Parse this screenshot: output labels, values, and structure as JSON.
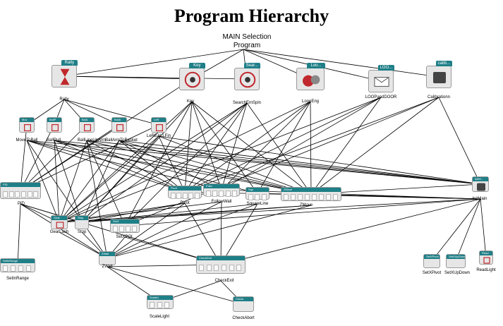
{
  "title": "Program Hierarchy",
  "root": {
    "line1": "MAIN Selection",
    "line2": "Program"
  },
  "nodes": {
    "rally": {
      "label": "Rally",
      "tab": "Rally"
    },
    "key": {
      "label": "Key",
      "tab": "Key"
    },
    "searchemspin": {
      "label": "SearchEmSpin",
      "tab": "Sear..."
    },
    "loopeng": {
      "label": "LoopEng",
      "tab": "Loo..."
    },
    "loopanddoor": {
      "label": "LOOPandDOOR",
      "tab": "LOO..."
    },
    "calibrationn": {
      "label": "Calibrationn",
      "tab": "calib..."
    },
    "movetoball": {
      "label": "MoveToBall",
      "tab": "Mov"
    },
    "ballpull": {
      "label": "BallPull",
      "tab": "BallP"
    },
    "balllineuparm": {
      "label": "BallLineUpArm",
      "tab": "BallL"
    },
    "ballarmtobasket": {
      "label": "BallArmToBasket",
      "tab": "BallA"
    },
    "lereallfin": {
      "label": "LeREALLFin",
      "tab": "LeR"
    },
    "pid": {
      "label": "PID",
      "tab": "PID"
    },
    "pivot": {
      "label": "Pivot",
      "tab": "Pivot"
    },
    "followwall": {
      "label": "FollowWall",
      "tab": "Follo"
    },
    "squareline": {
      "label": "SquareLine",
      "tab": "Squ"
    },
    "zmove": {
      "label": "ZMove",
      "tab": "ZMove"
    },
    "initmain": {
      "label": "InitMain",
      "tab": "InitM..."
    },
    "gearlash": {
      "label": "GearLash",
      "tab": "Gear"
    },
    "stop": {
      "label": "Stop",
      "tab": "Stop"
    },
    "setxpoi": {
      "label": "SetXPOI",
      "tab": "SetX"
    },
    "zwall": {
      "label": "ZWall",
      "tab": "ZWall"
    },
    "setinrange": {
      "label": "SetInRange",
      "tab": "SetInRange"
    },
    "checkexit": {
      "label": "CheckExit",
      "tab": "CheckExit"
    },
    "scalelight": {
      "label": "ScaleLight",
      "tab": "ScaleLi"
    },
    "checkabort": {
      "label": "CheckAbort",
      "tab": "Check"
    },
    "setxpivot": {
      "label": "SetXPivot",
      "tab": "SetXPivot"
    },
    "setxupdown": {
      "label": "SetXUpDown",
      "tab": "SetXUpDown"
    },
    "readlight": {
      "label": "ReadLight",
      "tab": "Read"
    }
  },
  "colors": {
    "tab": "#1f7f87",
    "block": "#e6e6e6",
    "red_icon": "#c0282d",
    "edge": "#000000"
  }
}
